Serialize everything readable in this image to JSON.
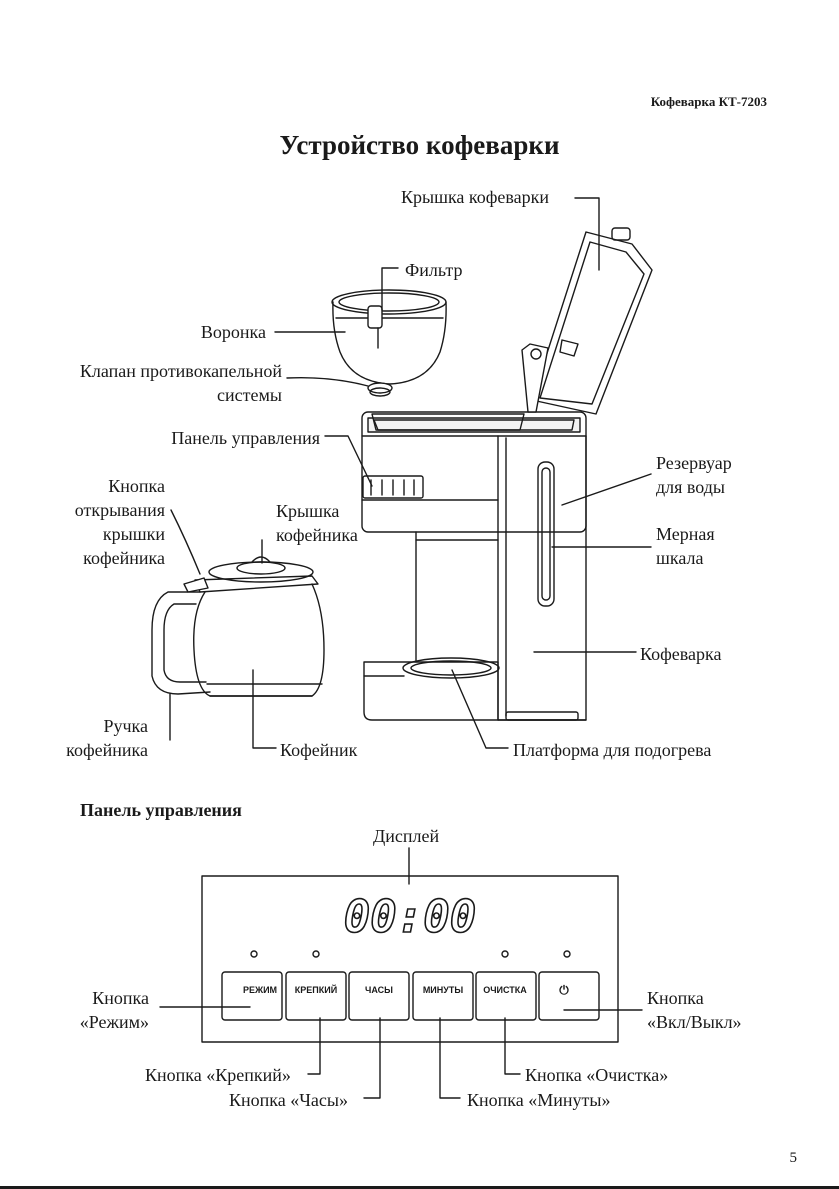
{
  "header": {
    "model": "Кофеварка КТ-7203"
  },
  "title": "Устройство кофеварки",
  "labels": {
    "lid": "Крышка кофеварки",
    "filter": "Фильтр",
    "funnel": "Воронка",
    "valve_1": "Клапан противокапельной",
    "valve_2": "системы",
    "control_panel": "Панель управления",
    "reservoir_1": "Резервуар",
    "reservoir_2": "для воды",
    "scale_1": "Мерная",
    "scale_2": "шкала",
    "open_btn_1": "Кнопка",
    "open_btn_2": "открывания",
    "open_btn_3": "крышки",
    "open_btn_4": "кофейника",
    "pot_lid_1": "Крышка",
    "pot_lid_2": "кофейника",
    "machine": "Кофеварка",
    "handle_1": "Ручка",
    "handle_2": "кофейника",
    "pot": "Кофейник",
    "platform": "Платформа для подогрева"
  },
  "panel_section": {
    "title": "Панель управления",
    "display_label": "Дисплей",
    "display_value": "00:00",
    "buttons": [
      "РЕЖИМ",
      "КРЕПКИЙ",
      "ЧАСЫ",
      "МИНУТЫ",
      "ОЧИСТКА",
      "⏻"
    ],
    "callouts": {
      "mode_1": "Кнопка",
      "mode_2": "«Режим»",
      "power_1": "Кнопка",
      "power_2": "«Вкл/Выкл»",
      "strong": "Кнопка «Крепкий»",
      "clock": "Кнопка «Часы»",
      "minutes": "Кнопка «Минуты»",
      "clean": "Кнопка «Очистка»"
    }
  },
  "page_number": "5"
}
